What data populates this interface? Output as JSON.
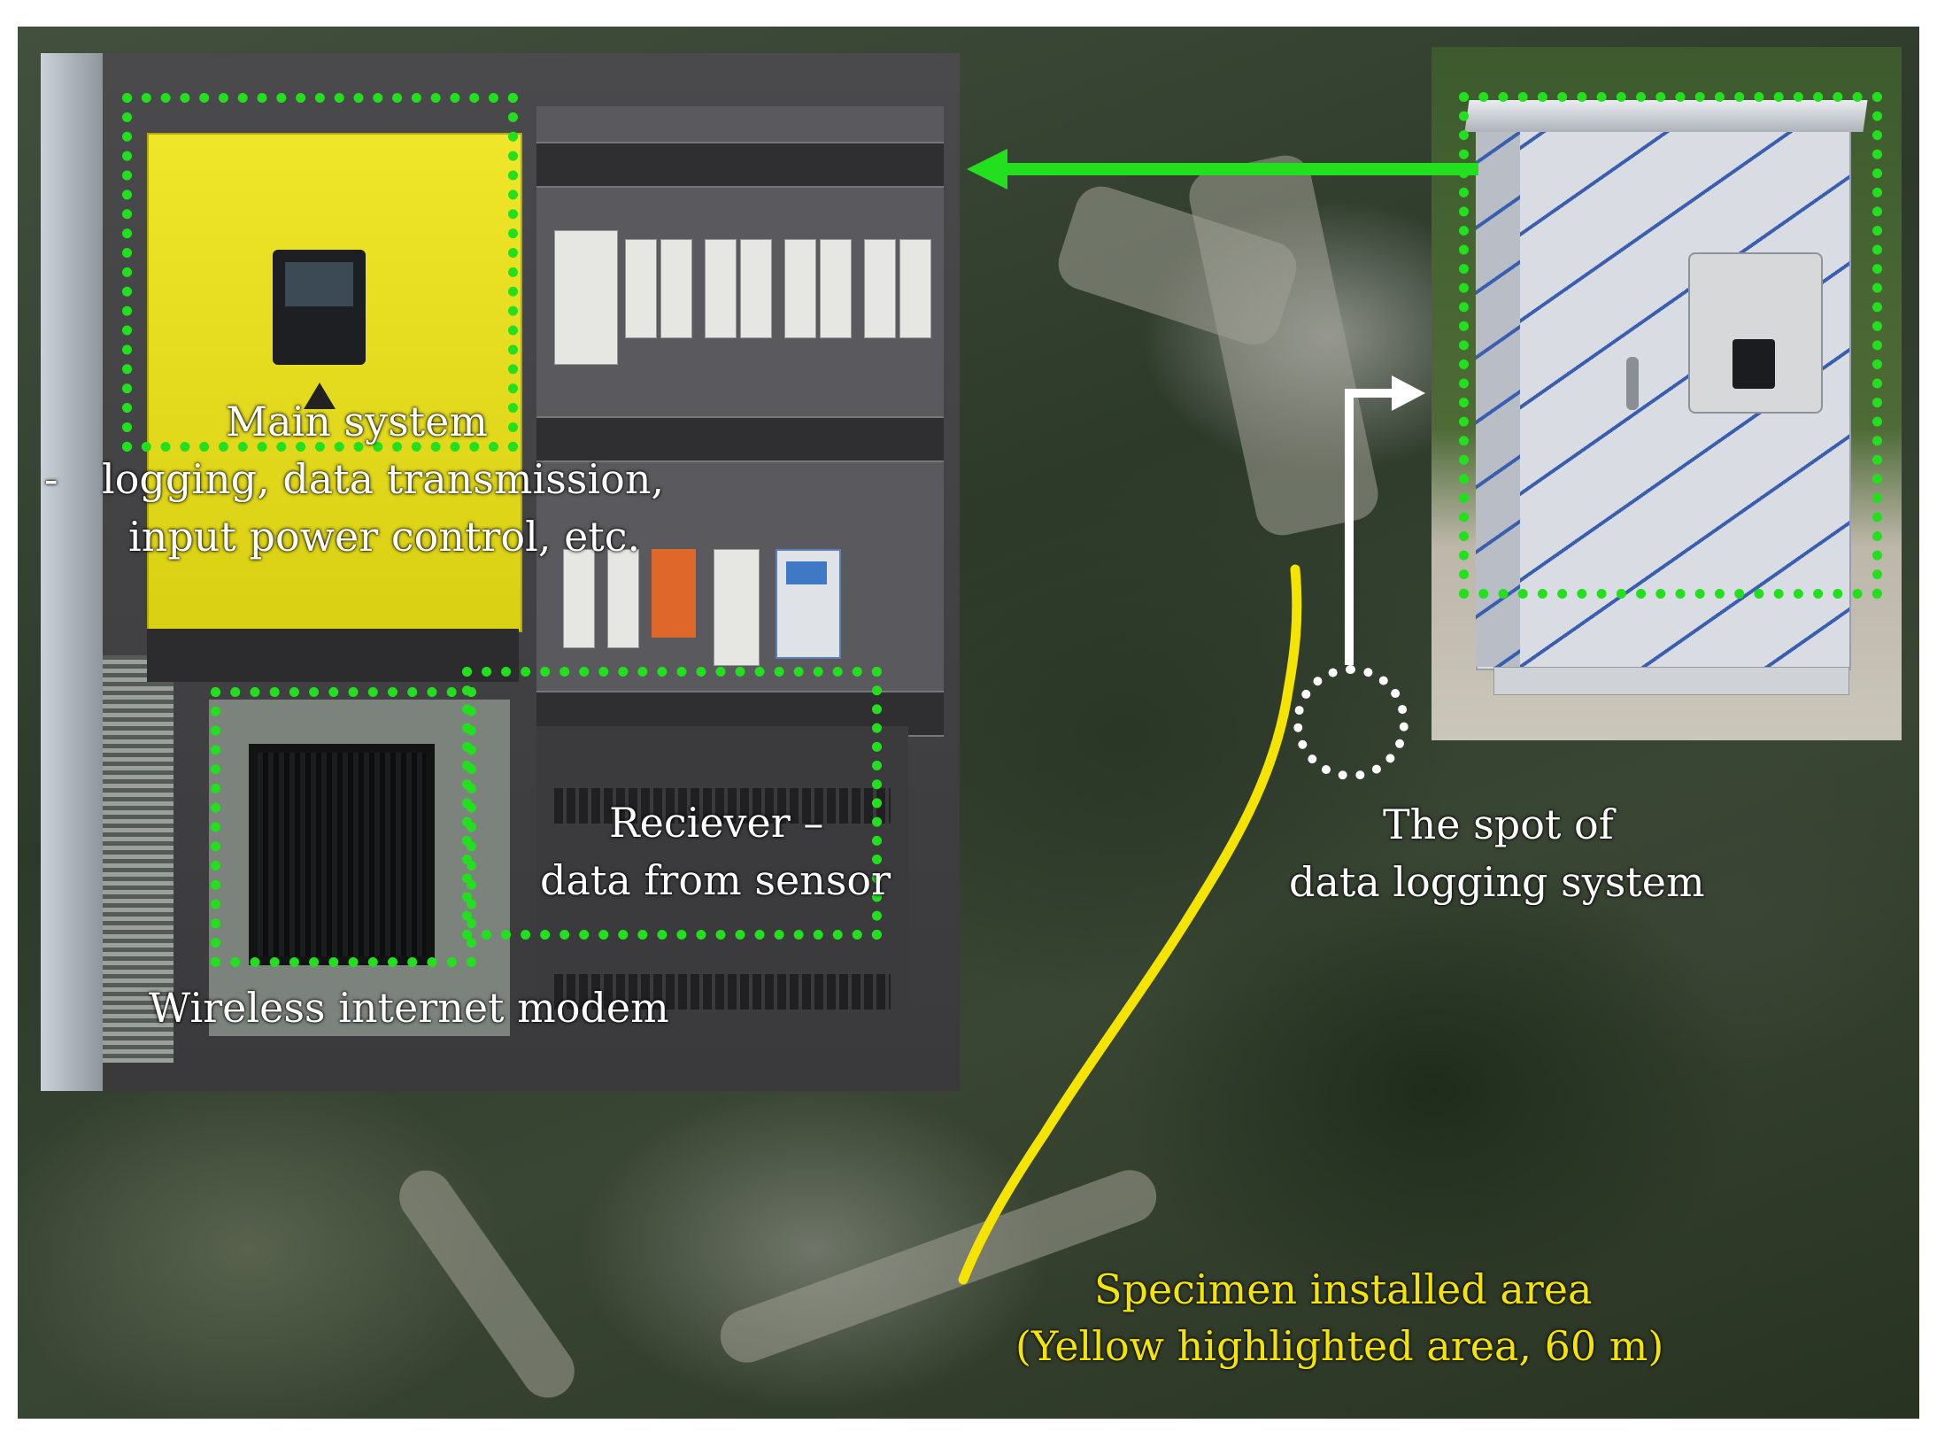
{
  "labels": {
    "main_system_title": "Main system",
    "main_system_line1": "logging, data transmission,",
    "main_system_line2": "input power control, etc.",
    "main_system_dash": "-",
    "receiver_line1": "Reciever –",
    "receiver_line2": "data from sensor",
    "modem": "Wireless internet modem",
    "spot_line1": "The spot of",
    "spot_line2": "data logging system",
    "specimen_line1": "Specimen installed area",
    "specimen_line2": "(Yellow highlighted area, 60 m)"
  },
  "colors": {
    "highlight_box": "#22e01e",
    "specimen_path": "#f5e400",
    "text": "#ffffff",
    "specimen_text": "#f5e400"
  },
  "icons": {
    "transfer_arrow": "arrow-left-icon",
    "location_arrow": "arrow-right-icon",
    "spot_marker": "dotted-circle-icon"
  }
}
